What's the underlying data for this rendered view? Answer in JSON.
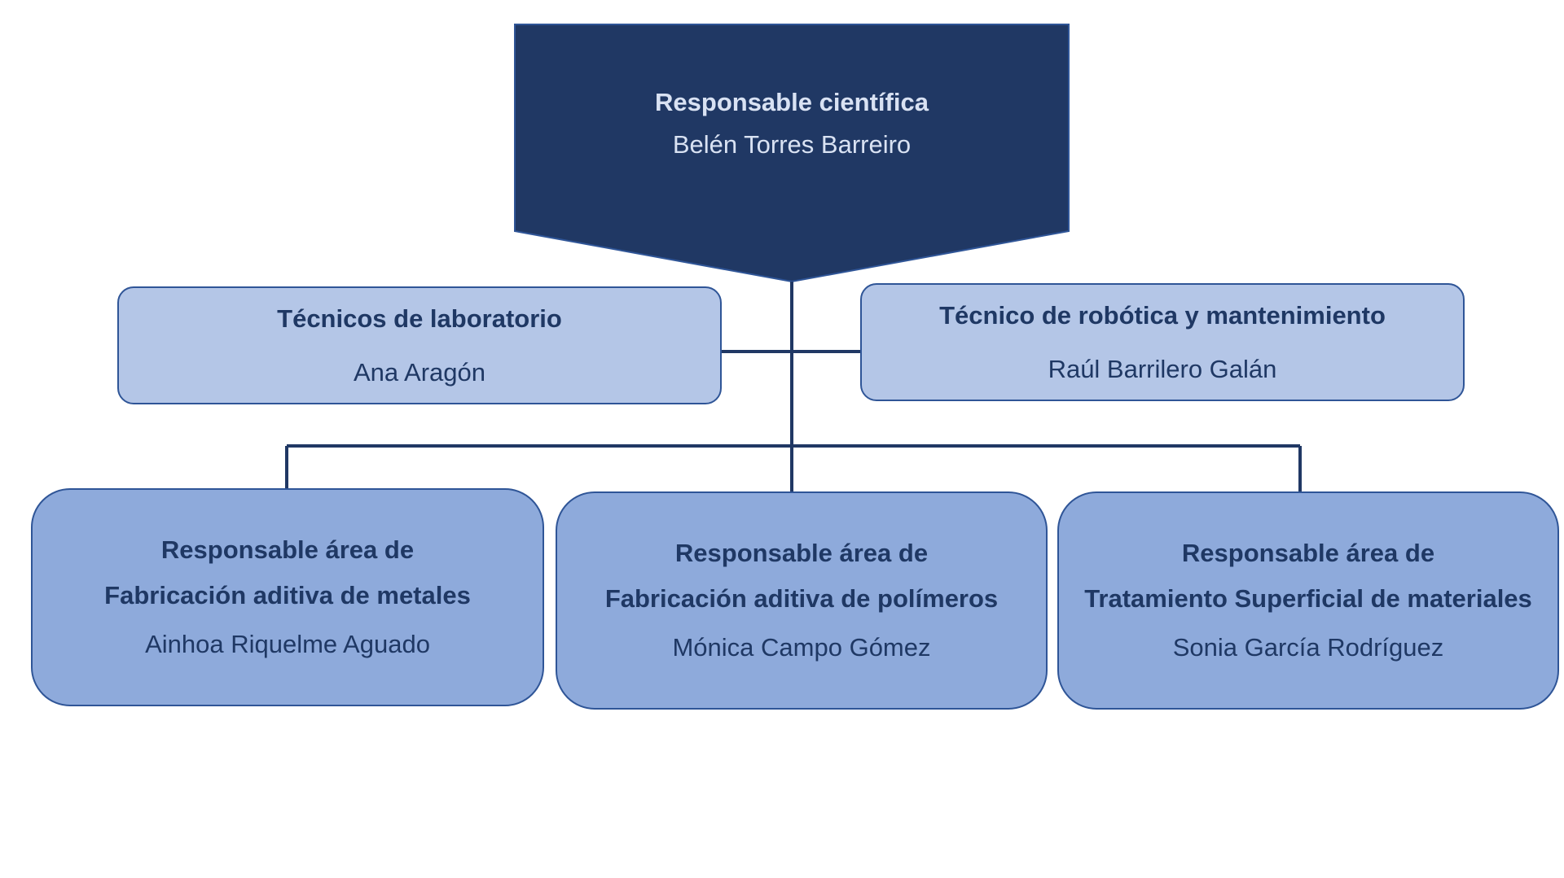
{
  "colors": {
    "top_fill": "#203864",
    "top_text": "#d9e2f3",
    "mid_fill": "#b4c6e7",
    "low_fill": "#8eaadb",
    "border": "#2f5597",
    "connector": "#203864",
    "text": "#1f3864"
  },
  "top": {
    "role": "Responsable científica",
    "name": "Belén Torres Barreiro"
  },
  "staff": {
    "left": {
      "role": "Técnicos de laboratorio",
      "name": "Ana Aragón"
    },
    "right": {
      "role": "Técnico de robótica y mantenimiento",
      "name": "Raúl Barrilero Galán"
    }
  },
  "areas": [
    {
      "role_line1": "Responsable área de",
      "role_line2": "Fabricación aditiva de metales",
      "name": "Ainhoa Riquelme Aguado"
    },
    {
      "role_line1": "Responsable área de",
      "role_line2": "Fabricación aditiva de polímeros",
      "name": "Mónica Campo Gómez"
    },
    {
      "role_line1": "Responsable área de",
      "role_line2": "Tratamiento Superficial de materiales",
      "name": "Sonia García Rodríguez"
    }
  ]
}
